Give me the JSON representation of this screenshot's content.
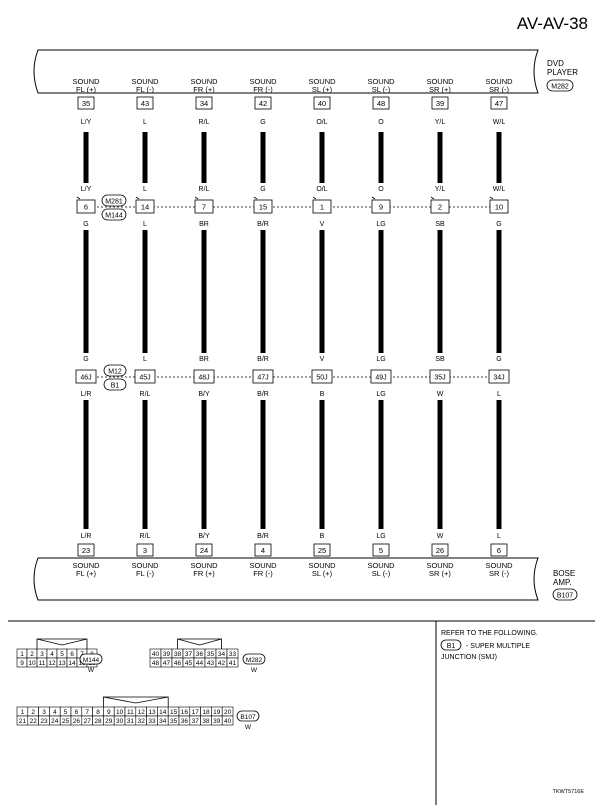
{
  "page_id": "AV-AV-38",
  "image_code": "TKWT5716E",
  "dvd_player": {
    "label_line1": "DVD",
    "label_line2": "PLAYER",
    "connector": "M282",
    "terminals": [
      {
        "name1": "SOUND",
        "name2": "FL (+)",
        "pin": "35",
        "color": "L/Y"
      },
      {
        "name1": "SOUND",
        "name2": "FL (-)",
        "pin": "43",
        "color": "L"
      },
      {
        "name1": "SOUND",
        "name2": "FR (+)",
        "pin": "34",
        "color": "R/L"
      },
      {
        "name1": "SOUND",
        "name2": "FR (-)",
        "pin": "42",
        "color": "G"
      },
      {
        "name1": "SOUND",
        "name2": "SL (+)",
        "pin": "40",
        "color": "O/L"
      },
      {
        "name1": "SOUND",
        "name2": "SL (-)",
        "pin": "48",
        "color": "O"
      },
      {
        "name1": "SOUND",
        "name2": "SR (+)",
        "pin": "39",
        "color": "Y/L"
      },
      {
        "name1": "SOUND",
        "name2": "SR (-)",
        "pin": "47",
        "color": "W/L"
      }
    ]
  },
  "joint_connector": {
    "connector_top": "M281",
    "connector_bottom": "M144",
    "pins": [
      "6",
      "14",
      "7",
      "15",
      "1",
      "9",
      "2",
      "10"
    ],
    "colors_above": [
      "L/Y",
      "L",
      "R/L",
      "G",
      "O/L",
      "O",
      "Y/L",
      "W/L"
    ],
    "colors_below": [
      "G",
      "L",
      "BR",
      "B/R",
      "V",
      "LG",
      "SB",
      "G"
    ]
  },
  "smj": {
    "connector_top": "M12",
    "connector_bottom": "B1",
    "pins": [
      "46J",
      "45J",
      "48J",
      "47J",
      "50J",
      "49J",
      "35J",
      "34J"
    ],
    "colors_above": [
      "G",
      "L",
      "BR",
      "B/R",
      "V",
      "LG",
      "SB",
      "G"
    ],
    "colors_below": [
      "L/R",
      "R/L",
      "B/Y",
      "B/R",
      "B",
      "LG",
      "W",
      "L"
    ]
  },
  "bose_amp": {
    "label_line1": "BOSE",
    "label_line2": "AMP.",
    "connector": "B107",
    "terminals": [
      {
        "name1": "SOUND",
        "name2": "FL (+)",
        "pin": "23",
        "color": "L/R"
      },
      {
        "name1": "SOUND",
        "name2": "FL (-)",
        "pin": "3",
        "color": "R/L"
      },
      {
        "name1": "SOUND",
        "name2": "FR (+)",
        "pin": "24",
        "color": "B/Y"
      },
      {
        "name1": "SOUND",
        "name2": "FR (-)",
        "pin": "4",
        "color": "B/R"
      },
      {
        "name1": "SOUND",
        "name2": "SL (+)",
        "pin": "25",
        "color": "B"
      },
      {
        "name1": "SOUND",
        "name2": "SL (-)",
        "pin": "5",
        "color": "LG"
      },
      {
        "name1": "SOUND",
        "name2": "SR (+)",
        "pin": "26",
        "color": "W"
      },
      {
        "name1": "SOUND",
        "name2": "SR (-)",
        "pin": "6",
        "color": "L"
      }
    ]
  },
  "connector_views": {
    "m144": {
      "id": "M144",
      "color": "W",
      "row1": [
        "1",
        "2",
        "3",
        "4",
        "5",
        "6",
        "7",
        "8"
      ],
      "row2": [
        "9",
        "10",
        "11",
        "12",
        "13",
        "14",
        "15",
        "16"
      ]
    },
    "m282": {
      "id": "M282",
      "color": "W",
      "row1": [
        "40",
        "39",
        "38",
        "37",
        "36",
        "35",
        "34",
        "33"
      ],
      "row2": [
        "48",
        "47",
        "46",
        "45",
        "44",
        "43",
        "42",
        "41"
      ]
    },
    "b107": {
      "id": "B107",
      "color": "W",
      "row1": [
        "1",
        "2",
        "3",
        "4",
        "5",
        "6",
        "7",
        "8",
        "9",
        "10",
        "11",
        "12",
        "13",
        "14",
        "15",
        "16",
        "17",
        "18",
        "19",
        "20"
      ],
      "row2": [
        "21",
        "22",
        "23",
        "24",
        "25",
        "26",
        "27",
        "28",
        "29",
        "30",
        "31",
        "32",
        "33",
        "34",
        "35",
        "36",
        "37",
        "38",
        "39",
        "40"
      ]
    }
  },
  "notes": {
    "refer": "REFER TO THE FOLLOWING.",
    "smj_code": "B1",
    "smj_text1": "- SUPER MULTIPLE",
    "smj_text2": "JUNCTION (SMJ)"
  }
}
